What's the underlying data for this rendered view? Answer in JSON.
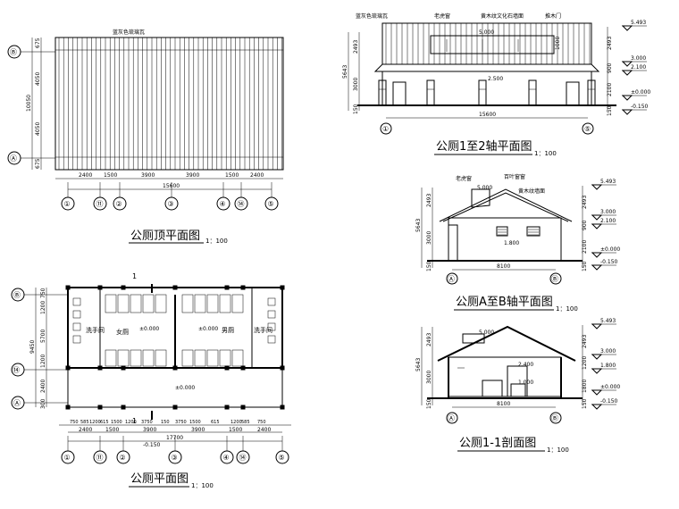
{
  "roof_plan": {
    "title": "公厕顶平面图",
    "scale": "1：100",
    "roof_label": "蓝灰色琉璃瓦",
    "axes_bottom": [
      "①",
      "⑪",
      "②",
      "③",
      "④",
      "⑭",
      "⑤"
    ],
    "axes_left": [
      "Ⓑ",
      "Ⓐ"
    ],
    "dims_bottom": [
      "2400",
      "1500",
      "3900",
      "3900",
      "1500",
      "2400"
    ],
    "dim_total": "15600",
    "dims_left": [
      "675",
      "4050",
      "4050",
      "675"
    ],
    "dim_left_total": "10050"
  },
  "elev_1_5": {
    "title": "公厕1至2轴平面图",
    "scale": "1：100",
    "labels": [
      "蓝灰色琉璃瓦",
      "老虎窗",
      "黄木纹文化石墙面",
      "推木门"
    ],
    "levels": [
      "5.493",
      "3.000",
      "2.100",
      "±0.000",
      "-0.150"
    ],
    "inner_levels": [
      "5.000",
      "2.500"
    ],
    "dims_right": [
      "2493",
      "900",
      "2100",
      "150"
    ],
    "dims_left": [
      "2493",
      "3000",
      "5643",
      "150"
    ],
    "dim_total": "15600",
    "dim_window": "1000",
    "axes": [
      "①",
      "⑤"
    ]
  },
  "elev_a_b": {
    "title": "公厕A至B轴平面图",
    "scale": "1：100",
    "labels": [
      "老虎窗",
      "百叶窗窗",
      "黄木纹墙面"
    ],
    "levels": [
      "5.493",
      "3.000",
      "2.100",
      "±0.000",
      "-0.150"
    ],
    "inner_levels": [
      "5.000",
      "1.800"
    ],
    "dims_left": [
      "2493",
      "3000",
      "5643",
      "150"
    ],
    "dims_right": [
      "2493",
      "900",
      "2100",
      "150"
    ],
    "dim_total": "8100",
    "axes": [
      "Ⓐ",
      "Ⓑ"
    ]
  },
  "section_1_1": {
    "title": "公厕1-1剖面图",
    "scale": "1：100",
    "levels": [
      "5.493",
      "3.000",
      "1.800",
      "±0.000",
      "-0.150"
    ],
    "inner_levels": [
      "5.000",
      "2.400",
      "1.000"
    ],
    "dims_left": [
      "2493",
      "3000",
      "5643",
      "150"
    ],
    "dims_right": [
      "2493",
      "1200",
      "1800",
      "150"
    ],
    "dim_total": "8100",
    "axes": [
      "Ⓐ",
      "Ⓑ"
    ]
  },
  "floor_plan": {
    "title": "公厕平面图",
    "scale": "1：100",
    "section_mark": "1",
    "rooms": [
      "洗手间",
      "女厕",
      "男厕",
      "洗手间"
    ],
    "levels": [
      "±0.000",
      "±0.000",
      "±0.000",
      "-0.150"
    ],
    "axes_bottom": [
      "①",
      "⑪",
      "②",
      "③",
      "④",
      "⑭",
      "⑤"
    ],
    "axes_left": [
      "Ⓑ",
      "⑭",
      "Ⓐ"
    ],
    "dims_detail": [
      "750",
      "585",
      "1200",
      "615",
      "1500",
      "1200",
      "3750",
      "150",
      "3750",
      "1500",
      "615",
      "1200",
      "585",
      "750"
    ],
    "dims_bottom": [
      "2400",
      "1500",
      "3900",
      "3900",
      "1500",
      "2400"
    ],
    "dim_total": "17700",
    "dims_left": [
      "750",
      "1200",
      "5700",
      "1200",
      "2400",
      "300"
    ],
    "dim_left_total": "9450"
  }
}
